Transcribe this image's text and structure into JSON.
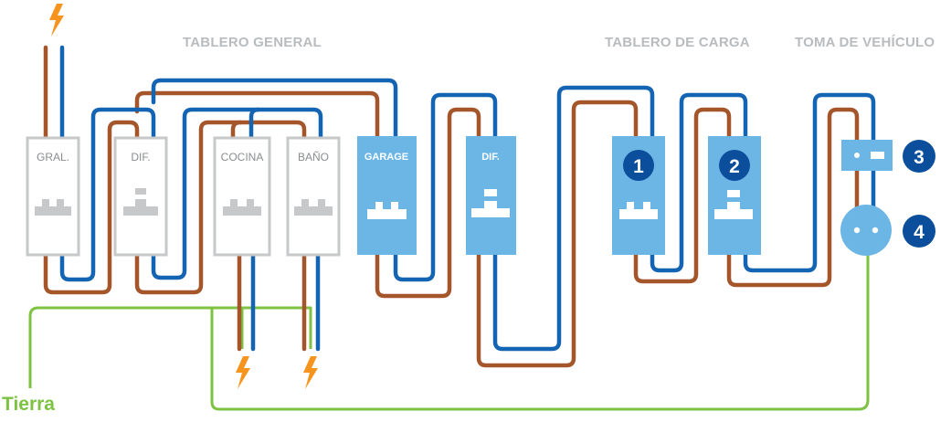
{
  "headers": {
    "general": "TABLERO GENERAL",
    "carga": "TABLERO DE CARGA",
    "toma": "TOMA DE VEHÍCULO"
  },
  "breakers": {
    "gral": "GRAL.",
    "dif1": "DIF.",
    "cocina": "COCINA",
    "bano": "BAÑO",
    "garage": "GARAGE",
    "dif2": "DIF."
  },
  "circuits": {
    "one": "1",
    "two": "2",
    "three": "3",
    "four": "4"
  },
  "ground_label": "Tierra",
  "colors": {
    "brown": "#a5552a",
    "blue": "#1464b4",
    "green": "#7dc242",
    "orange": "#f7941d",
    "gray_box": "#c6c8ca",
    "light_blue_box": "#6cb6e6",
    "dark_blue": "#0b4f9c"
  },
  "icons": {
    "power": "lightning-bolt-icon"
  }
}
